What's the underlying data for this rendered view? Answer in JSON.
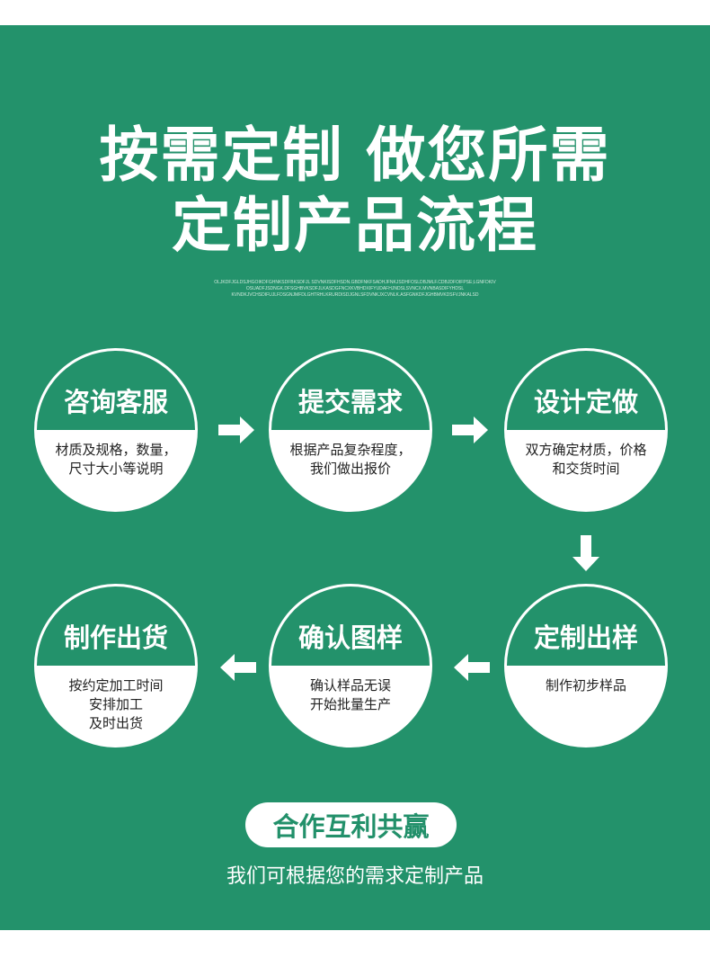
{
  "header": {
    "title_line1": "按需定制 做您所需",
    "title_line2": "定制产品流程",
    "fine_print": [
      "OLJKDFJGLDSJHGOIKDFGHNKSDFBKSDFJL SDVNKISDFHSDN.GBDFNKFSADHJFNKJSDHFOSLDBJMLF.CDBJDFOIFPSE;LGNFDKIV",
      "OSUADFJSDNGK.DFSGHBVKSDFJLKASDGFNCXKVBHDXIFYUDAFHJNDSLSVNCX.MVNBASDIFYHDSL",
      "KVNDKJVCHSDIFUJLFDSGNJMFDLGHTRHLKRURDISDJGNLSFDVNKJXCVNLK.ASFGNKDFJGHBMVKDSFVJNKALSD"
    ]
  },
  "steps": [
    {
      "title": "咨询客服",
      "desc": "材质及规格，数量，\n尺寸大小等说明"
    },
    {
      "title": "提交需求",
      "desc": "根据产品复杂程度，\n我们做出报价"
    },
    {
      "title": "设计定做",
      "desc": "双方确定材质，价格\n和交货时间"
    },
    {
      "title": "定制出样",
      "desc": "制作初步样品"
    },
    {
      "title": "确认图样",
      "desc": "确认样品无误\n开始批量生产"
    },
    {
      "title": "制作出货",
      "desc": "按约定加工时间\n安排加工\n及时出货"
    }
  ],
  "footer": {
    "badge": "合作互利共赢",
    "subtitle": "我们可根据您的需求定制产品"
  },
  "colors": {
    "brand_green": "#23926b",
    "white": "#ffffff"
  }
}
